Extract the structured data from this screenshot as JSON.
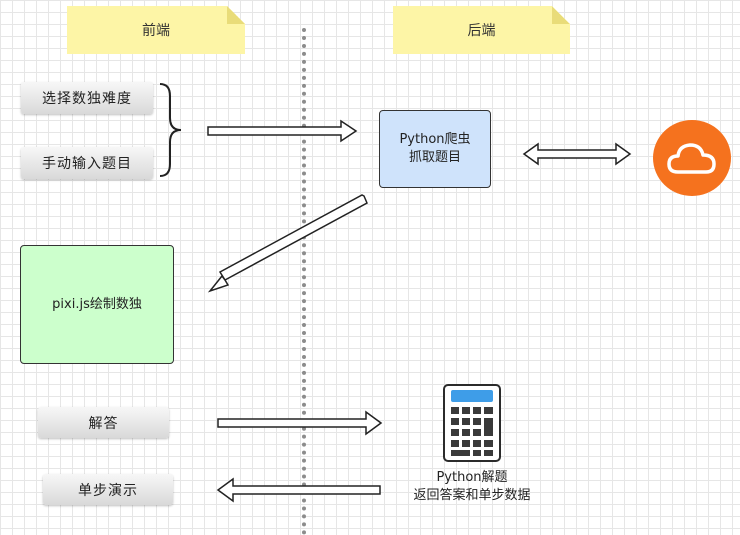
{
  "notes": {
    "frontend": "前端",
    "backend": "后端"
  },
  "frontend": {
    "select_difficulty": "选择数独难度",
    "manual_input": "手动输入题目",
    "draw_box": "pixi.js绘制数独",
    "solve_button": "解答",
    "step_demo_button": "单步演示"
  },
  "backend": {
    "crawler_line1": "Python爬虫",
    "crawler_line2": "抓取题目",
    "solver_line1": "Python解题",
    "solver_line2": "返回答案和单步数据"
  },
  "icons": {
    "cloud": "cloud-icon",
    "calculator": "calculator-icon"
  },
  "colors": {
    "note": "#fdf5a6",
    "crawler_box": "#cfe3fb",
    "draw_box": "#ccffcc",
    "cloud": "#f5721e",
    "calculator_screen": "#3e9de8"
  }
}
